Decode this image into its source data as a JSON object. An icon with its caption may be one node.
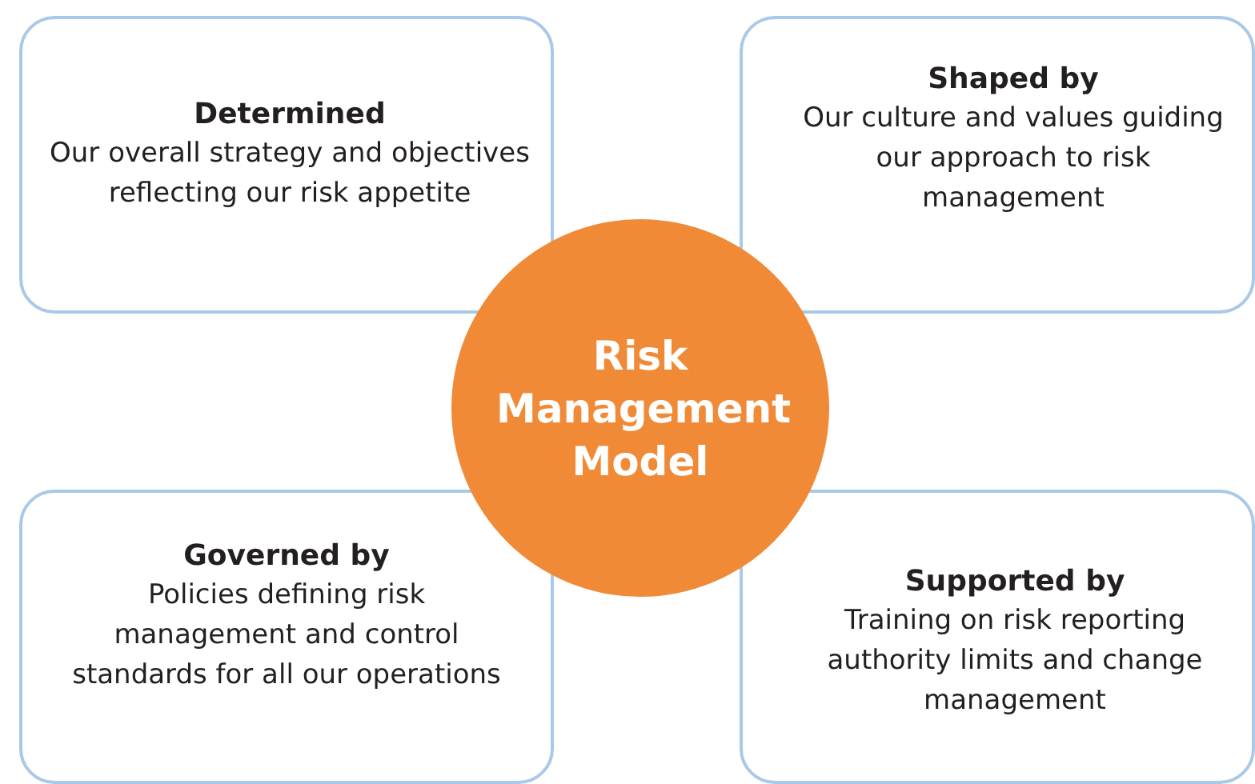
{
  "diagram": {
    "nodes": [
      {
        "text": [
          "Determined",
          "Our overall strategy and objectives reflecting our risk appetite"
        ]
      },
      {
        "text": [
          "Shaped by",
          "Our culture and values guiding our approach to risk management"
        ]
      },
      {
        "text": [
          "Risk Management Model"
        ]
      },
      {
        "text": [
          "Governed by",
          "Policies defining risk management and control standards for all our operations"
        ]
      },
      {
        "text": [
          "Supported by",
          "Training on risk reporting authority limits and change management"
        ]
      }
    ]
  }
}
